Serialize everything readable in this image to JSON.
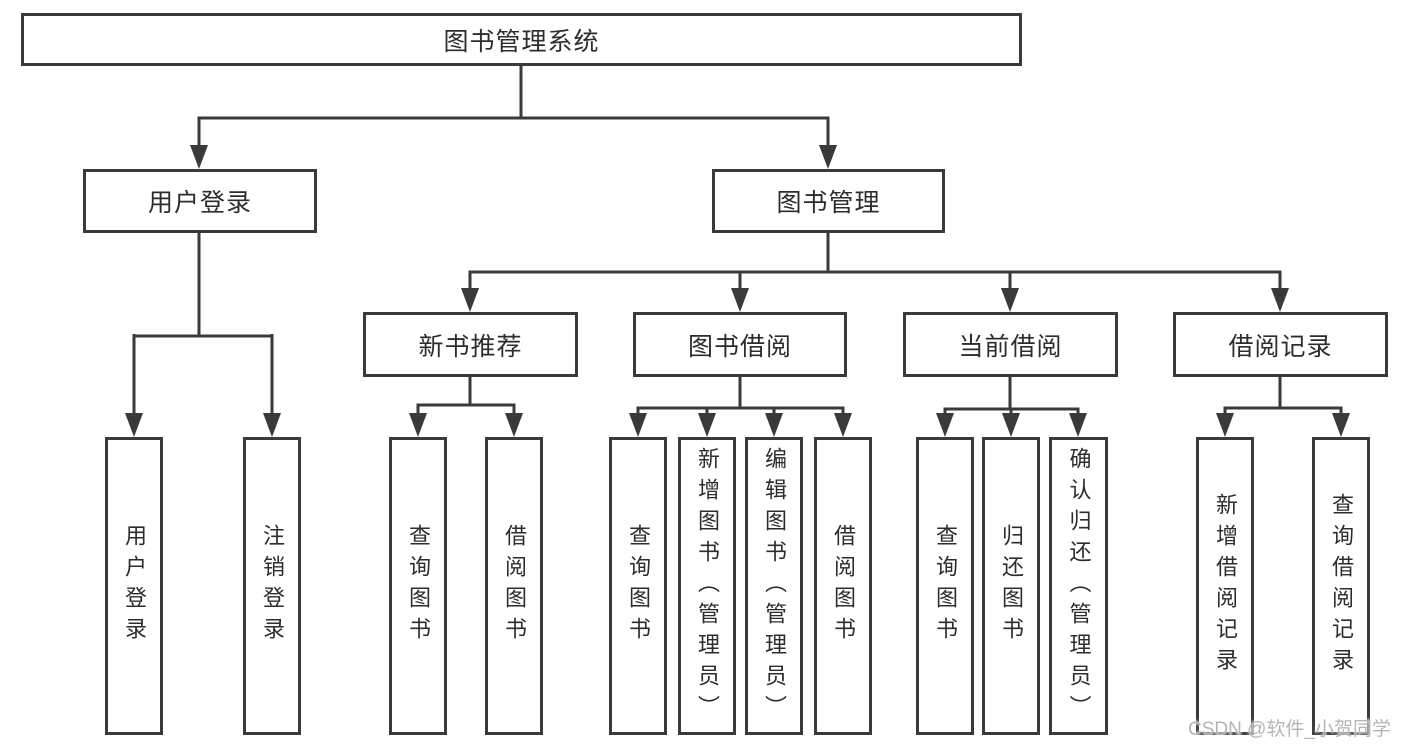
{
  "tree": {
    "label": "图书管理系统",
    "children": [
      {
        "label": "用户登录",
        "children": [
          {
            "label": "用户登录"
          },
          {
            "label": "注销登录"
          }
        ]
      },
      {
        "label": "图书管理",
        "children": [
          {
            "label": "新书推荐",
            "children": [
              {
                "label": "查询图书"
              },
              {
                "label": "借阅图书"
              }
            ]
          },
          {
            "label": "图书借阅",
            "children": [
              {
                "label": "查询图书"
              },
              {
                "label": "新增图书（管理员）"
              },
              {
                "label": "编辑图书（管理员）"
              },
              {
                "label": "借阅图书"
              }
            ]
          },
          {
            "label": "当前借阅",
            "children": [
              {
                "label": "查询图书"
              },
              {
                "label": "归还图书"
              },
              {
                "label": "确认归还（管理员）"
              }
            ]
          },
          {
            "label": "借阅记录",
            "children": [
              {
                "label": "新增借阅记录"
              },
              {
                "label": "查询借阅记录"
              }
            ]
          }
        ]
      }
    ]
  },
  "watermark": {
    "text": "CSDN @软件_小贺同学"
  },
  "colors": {
    "line": "#3a3a3a",
    "box_border": "#3a3a3a",
    "box_fill": "#ffffff",
    "text": "#2d2d2d",
    "background": "#ffffff",
    "watermark": "#b5b5b5"
  }
}
